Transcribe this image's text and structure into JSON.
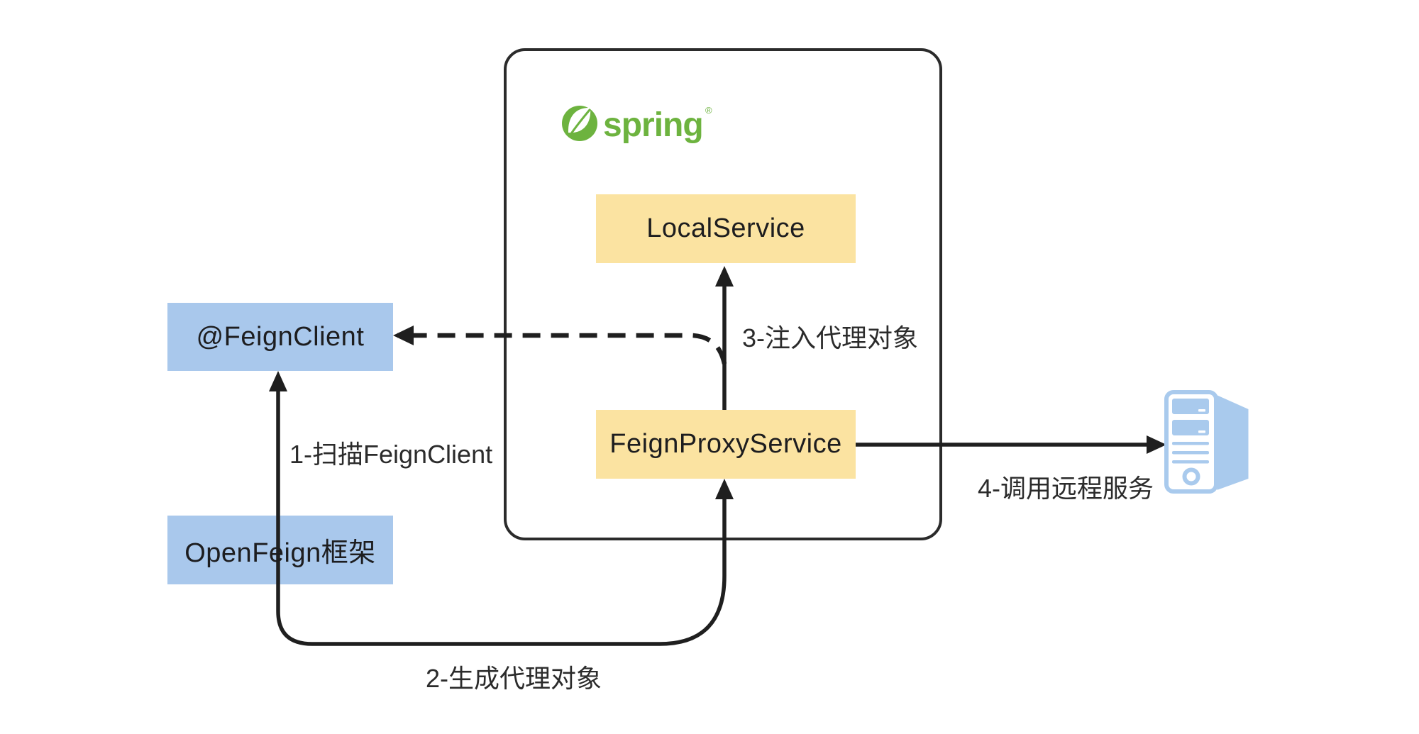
{
  "diagram": {
    "title_context": "OpenFeign proxy generation flow diagram",
    "spring_container": {
      "logo_text": "spring",
      "logo_trademark": "®",
      "brand_color": "#6db33f",
      "border_color": "#2b2b2b"
    },
    "boxes": {
      "feign_client": {
        "label": "@FeignClient",
        "color": "#a9c8ec"
      },
      "openfeign": {
        "label": "OpenFeign框架",
        "color": "#a9c8ec"
      },
      "local_service": {
        "label": "LocalService",
        "color": "#fbe3a1"
      },
      "feign_proxy_service": {
        "label": "FeignProxyService",
        "color": "#fbe3a1"
      }
    },
    "arrows": {
      "step1": {
        "label": "1-扫描FeignClient",
        "style": "solid",
        "from": "OpenFeign框架",
        "to": "@FeignClient"
      },
      "step2": {
        "label": "2-生成代理对象",
        "style": "solid",
        "from": "OpenFeign框架",
        "to": "FeignProxyService"
      },
      "step3": {
        "label": "3-注入代理对象",
        "style": "solid",
        "from": "FeignProxyService",
        "to": "LocalService"
      },
      "step4": {
        "label": "4-调用远程服务",
        "style": "solid",
        "from": "FeignProxyService",
        "to": "remote-server"
      },
      "inject_reference": {
        "label": "",
        "style": "dashed",
        "from": "FeignProxyService",
        "to": "@FeignClient"
      }
    },
    "icons": {
      "spring_leaf": "spring-leaf-icon",
      "remote_server": "server-icon"
    },
    "colors": {
      "line": "#1f1f1f",
      "server_blue": "#a9caed",
      "label_text": "#2b2b2b",
      "box_text": "#1d1d1f"
    }
  }
}
